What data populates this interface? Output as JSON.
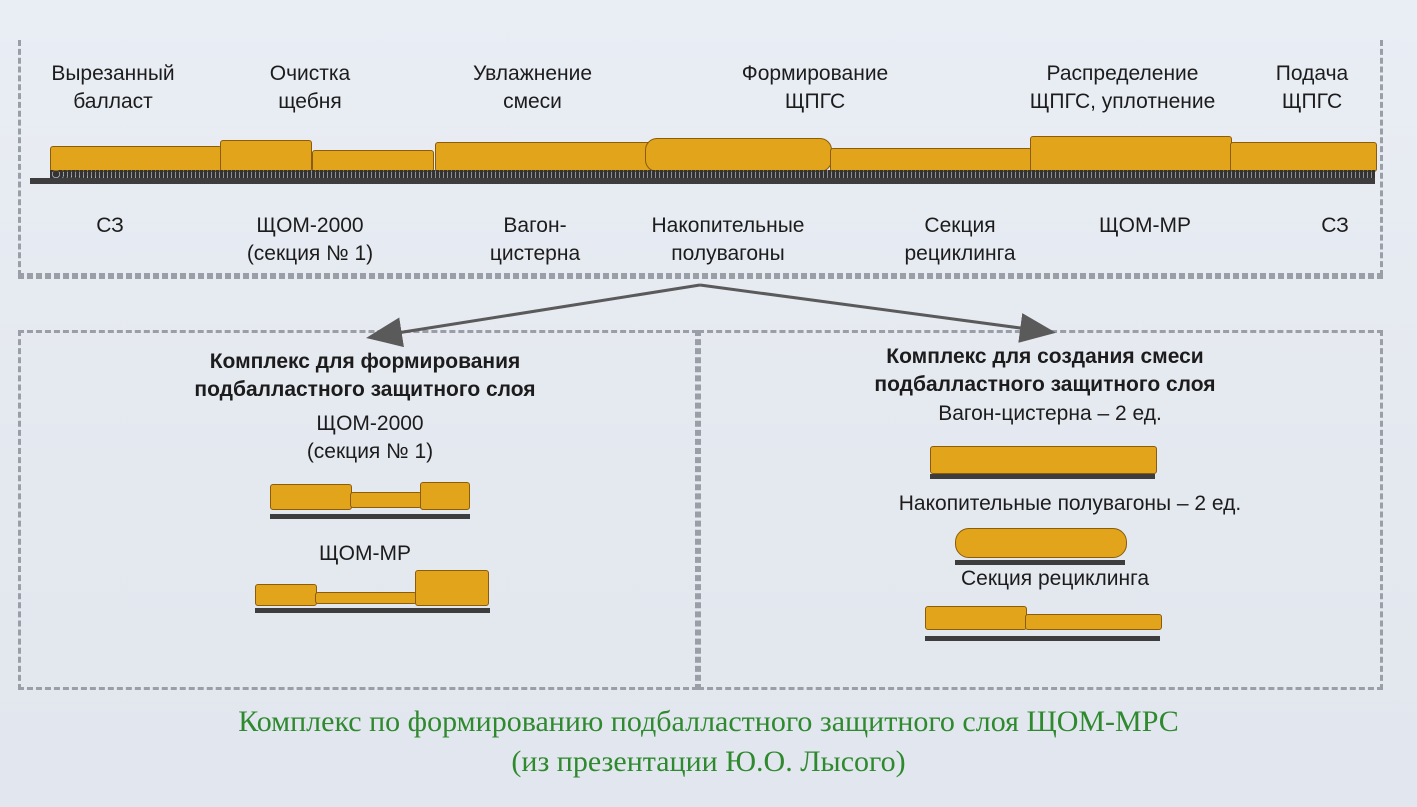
{
  "top_labels": {
    "cut_ballast": [
      "Вырезанный",
      "балласт"
    ],
    "crushing": [
      "Очистка",
      "щебня"
    ],
    "moistening": [
      "Увлажнение",
      "смеси"
    ],
    "forming": [
      "Формирование",
      "ЩПГС"
    ],
    "distribution": [
      "Распределение",
      "ЩПГС, уплотнение"
    ],
    "feed": [
      "Подача",
      "ЩПГС"
    ]
  },
  "bottom_labels": {
    "sz_left": "СЗ",
    "shchom2000": [
      "ЩОМ-2000",
      "(секция № 1)"
    ],
    "tank_wagon": [
      "Вагон-",
      "цистерна"
    ],
    "storage": [
      "Накопительные",
      "полувагоны"
    ],
    "recycling": [
      "Секция",
      "рециклинга"
    ],
    "shchom_mr": "ЩОМ-МР",
    "sz_right": "СЗ"
  },
  "left_panel": {
    "title": [
      "Комплекс для формирования",
      "подбалластного защитного слоя"
    ],
    "unit1": [
      "ЩОМ-2000",
      "(секция № 1)"
    ],
    "unit2": "ЩОМ-МР"
  },
  "right_panel": {
    "title": [
      "Комплекс для создания смеси",
      "подбалластного защитного слоя"
    ],
    "unit1": "Вагон-цистерна – 2 ед.",
    "unit2": "Накопительные полувагоны – 2 ед.",
    "unit3": "Секция рециклинга"
  },
  "caption": [
    "Комплекс по формированию подбалластного защитного слоя ЩОМ-МРС",
    "(из презентации Ю.О. Лысого)"
  ],
  "colors": {
    "machine": "#e1a41a",
    "caption": "#2f8a2f",
    "frame": "#9a9ea6"
  }
}
